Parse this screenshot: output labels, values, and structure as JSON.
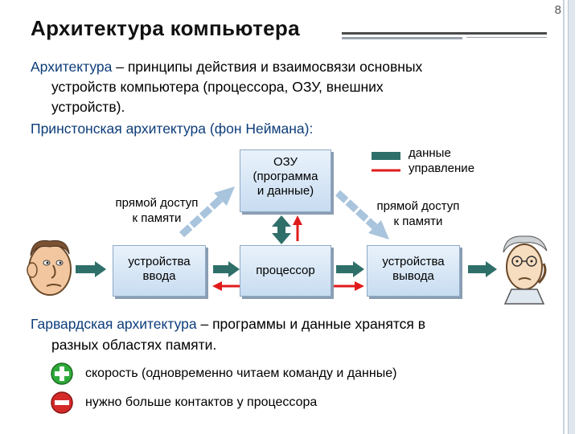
{
  "slide": {
    "number": "8",
    "title": "Архитектура компьютера"
  },
  "definition": {
    "term": "Архитектура",
    "rest_line1": " – принципы действия и взаимосвязи основных",
    "line2": "устройств компьютера (процессора, ОЗУ, внешних",
    "line3": "устройств)."
  },
  "princeton": {
    "heading": "Принстонская архитектура (фон Неймана):"
  },
  "diagram": {
    "ram": [
      "ОЗУ",
      "(программа",
      "и данные)"
    ],
    "input": [
      "устройства",
      "ввода"
    ],
    "cpu": "процессор",
    "output": [
      "устройства",
      "вывода"
    ],
    "dma_left": [
      "прямой доступ",
      "к памяти"
    ],
    "dma_right": [
      "прямой доступ",
      "к памяти"
    ],
    "legend": {
      "data": "данные",
      "control": "управление"
    },
    "colors": {
      "data": "#2f6f6a",
      "control": "#e11b1b",
      "arrow_light": "#a9c4dd"
    }
  },
  "harvard": {
    "term": "Гарвардская архитектура",
    "rest_line1": " – программы и данные хранятся в",
    "line2": "разных областях памяти."
  },
  "pros_cons": [
    {
      "icon": "plus-icon",
      "color": "#2eaa3a",
      "text": "скорость (одновременно читаем команду и данные)"
    },
    {
      "icon": "minus-icon",
      "color": "#d42a2a",
      "text": "нужно больше контактов у процессора"
    }
  ]
}
